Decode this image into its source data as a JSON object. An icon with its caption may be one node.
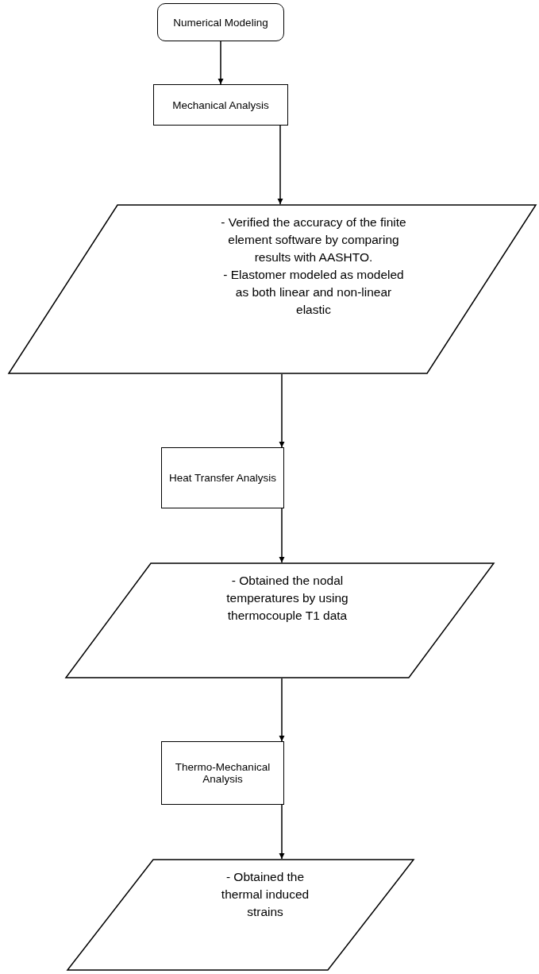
{
  "diagram": {
    "nodes": [
      {
        "text": [
          "Numerical Modeling"
        ]
      },
      {
        "text": [
          "Mechanical Analysis"
        ]
      },
      {
        "text": [
          "- Verified the accuracy of the finite element software by comparing results with AASHTO.",
          "- Elastomer modeled as modeled as both linear and non-linear elastic"
        ]
      },
      {
        "text": [
          "Heat Transfer Analysis"
        ]
      },
      {
        "text": [
          "- Obtained the nodal temperatures by using thermocouple T1 data"
        ]
      },
      {
        "text": [
          "Thermo-Mechanical Analysis"
        ]
      },
      {
        "text": [
          "- Obtained the thermal induced strains"
        ]
      }
    ],
    "edges": [
      {
        "from": 0,
        "to": 1,
        "arrow": "to"
      },
      {
        "from": 1,
        "to": 2,
        "arrow": "to"
      },
      {
        "from": 2,
        "to": 3,
        "arrow": "to"
      },
      {
        "from": 3,
        "to": 4,
        "arrow": "to"
      },
      {
        "from": 4,
        "to": 5,
        "arrow": "to"
      },
      {
        "from": 5,
        "to": 6,
        "arrow": "to"
      }
    ]
  }
}
